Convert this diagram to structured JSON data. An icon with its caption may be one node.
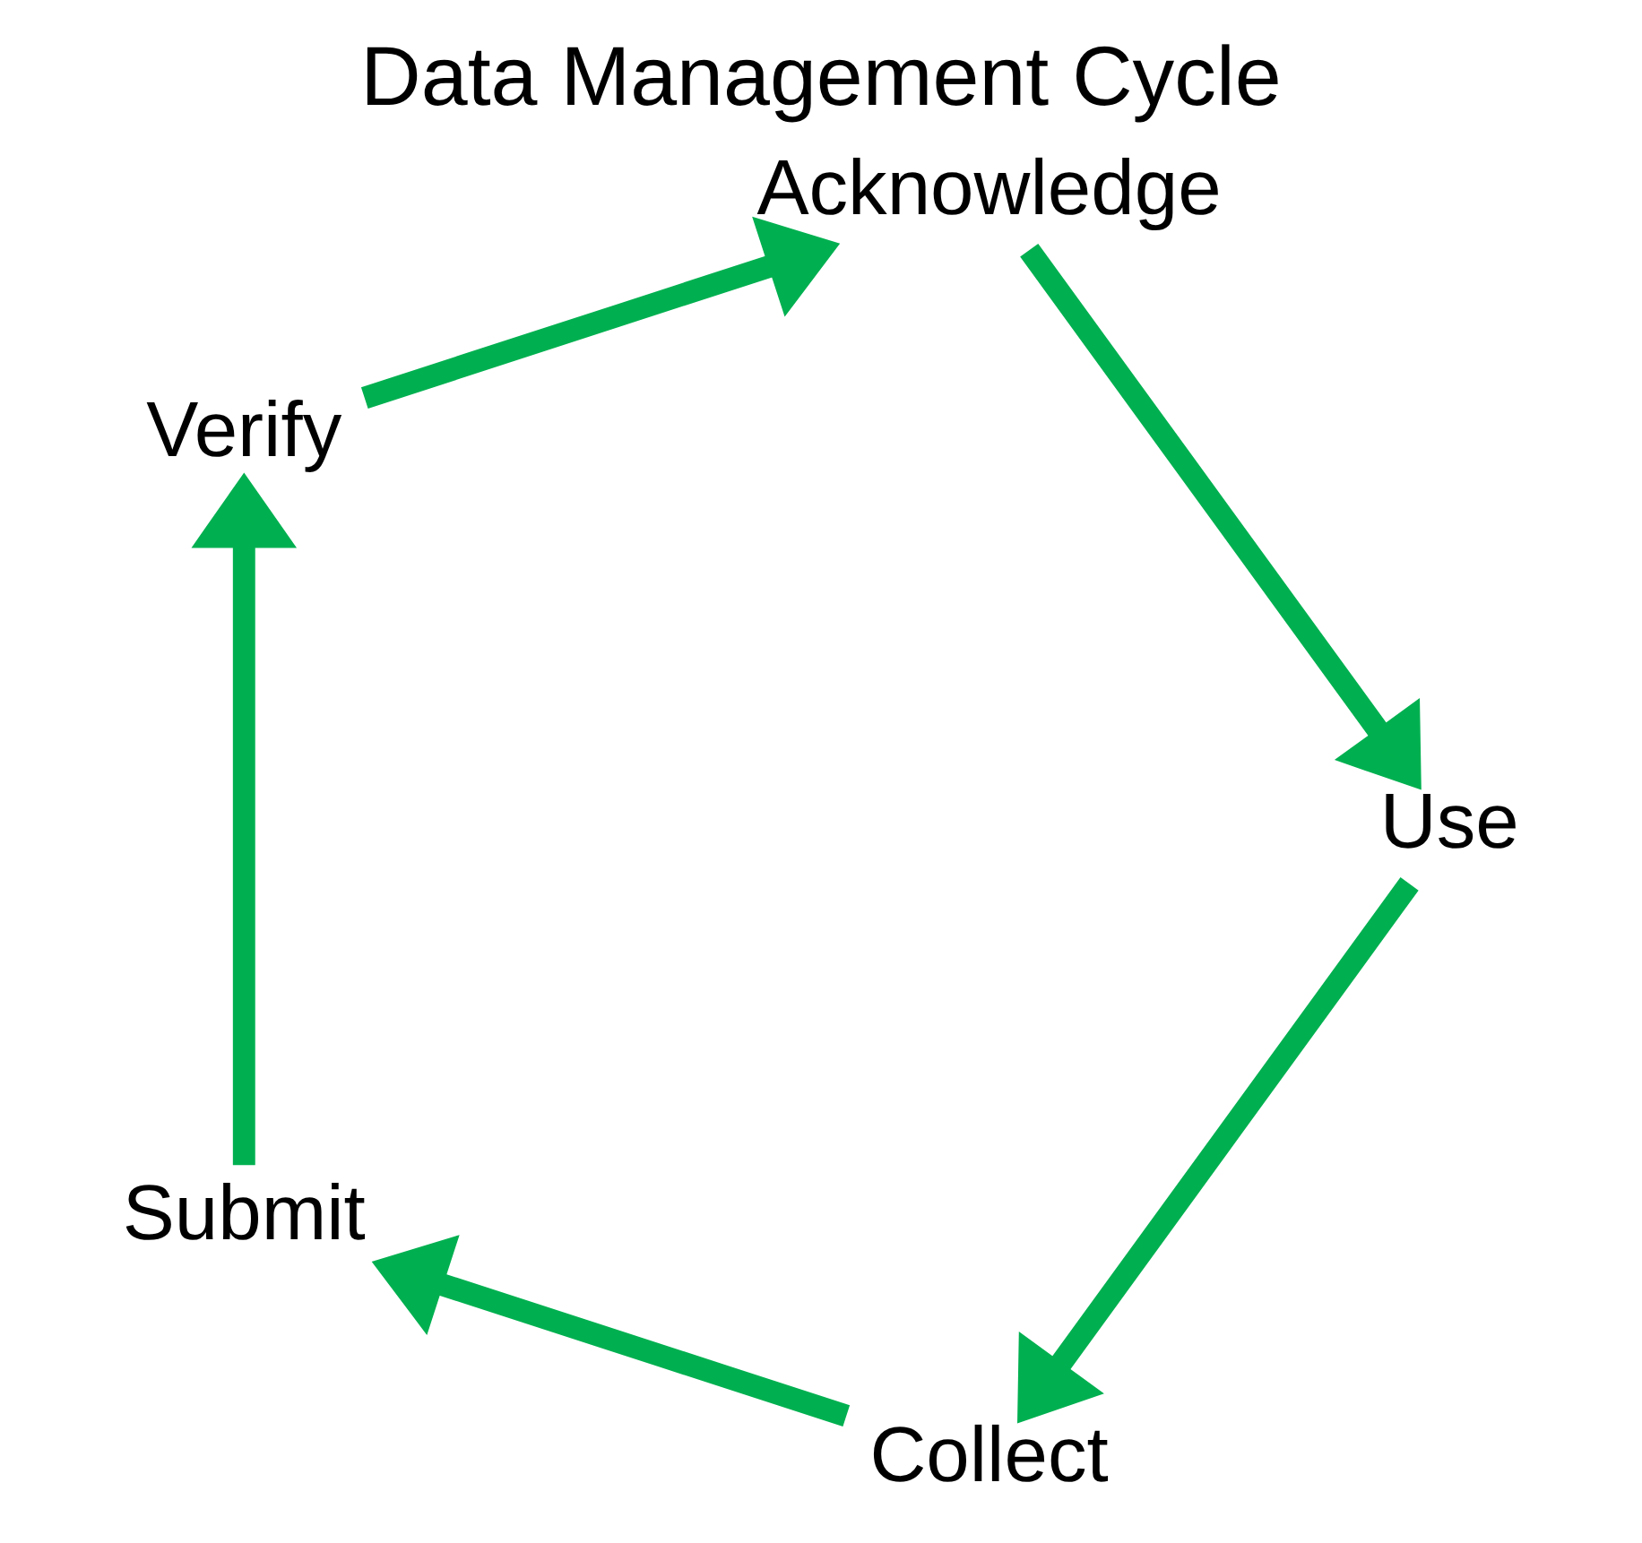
{
  "diagram": {
    "title": "Data Management Cycle",
    "nodes": [
      {
        "text": [
          "Collect"
        ]
      },
      {
        "text": [
          "Submit"
        ]
      },
      {
        "text": [
          "Verify"
        ]
      },
      {
        "text": [
          "Acknowledge"
        ]
      },
      {
        "text": [
          "Use"
        ]
      }
    ],
    "edges": [
      {
        "from": 0,
        "to": 1,
        "arrow": "to"
      },
      {
        "from": 1,
        "to": 2,
        "arrow": "to"
      },
      {
        "from": 2,
        "to": 3,
        "arrow": "to"
      },
      {
        "from": 3,
        "to": 4,
        "arrow": "to"
      },
      {
        "from": 4,
        "to": 0,
        "arrow": "to"
      }
    ]
  }
}
